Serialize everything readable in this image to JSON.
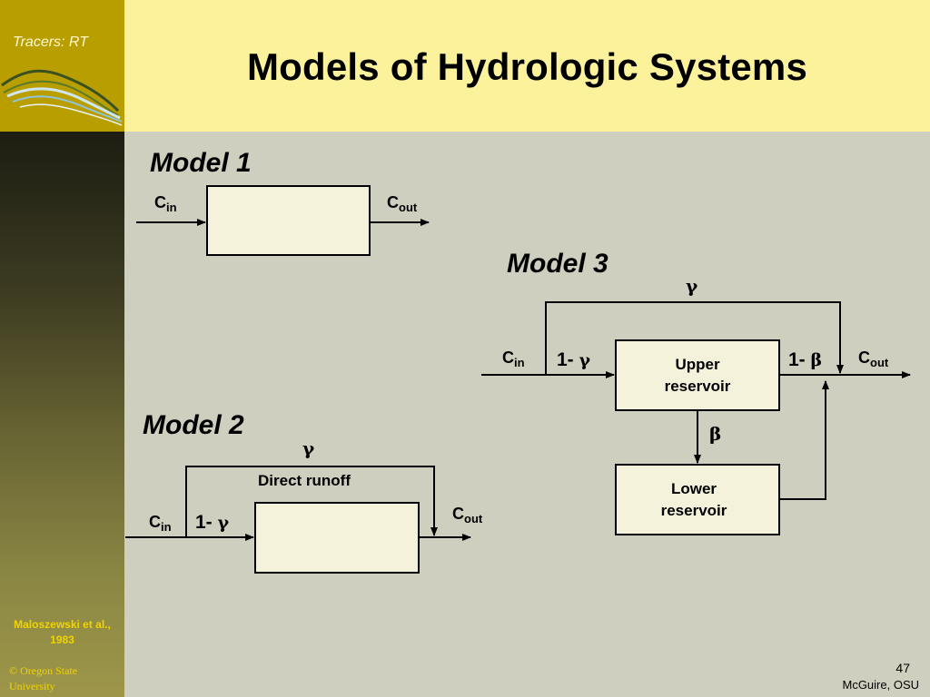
{
  "header": {
    "logo_text": "Tracers: RT",
    "title": "Models of Hydrologic Systems"
  },
  "sidebar": {
    "citation": "Maloszewski et al., 1983",
    "copyright_line1": "© Oregon State",
    "copyright_line2": "University"
  },
  "footer": {
    "slide_number": "47",
    "author": "McGuire, OSU"
  },
  "symbols": {
    "gamma": "γ",
    "beta": "β"
  },
  "model1": {
    "title": "Model 1",
    "c": "C",
    "in_sub": "in",
    "out_sub": "out"
  },
  "model2": {
    "title": "Model 2",
    "c": "C",
    "in_sub": "in",
    "out_sub": "out",
    "one_minus": "1-",
    "direct_runoff": "Direct runoff"
  },
  "model3": {
    "title": "Model 3",
    "c": "C",
    "in_sub": "in",
    "out_sub": "out",
    "one_minus": "1-",
    "upper_reservoir_line1": "Upper",
    "upper_reservoir_line2": "reservoir",
    "lower_reservoir_line1": "Lower",
    "lower_reservoir_line2": "reservoir"
  },
  "colors": {
    "background": "#cfcfbf",
    "header_band": "#fcf29c",
    "logo_box": "#b99e00",
    "box_fill": "#f5f2dc",
    "sidebar_text": "#f0d400"
  }
}
